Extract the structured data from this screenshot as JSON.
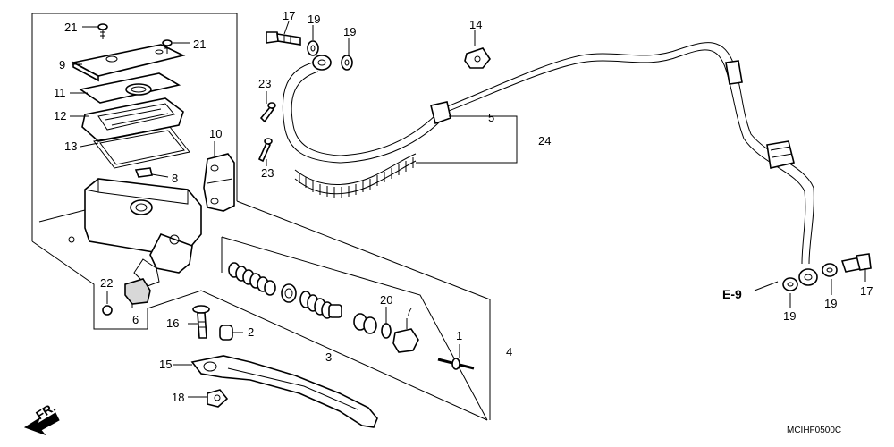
{
  "labels": {
    "l21a": "21",
    "l21b": "21",
    "l9": "9",
    "l11": "11",
    "l12": "12",
    "l13": "13",
    "l10": "10",
    "l8": "8",
    "l17a": "17",
    "l19a": "19",
    "l19b": "19",
    "l14": "14",
    "l23a": "23",
    "l23b": "23",
    "l5": "5",
    "l24": "24",
    "l22": "22",
    "l6": "6",
    "l16": "16",
    "l2": "2",
    "l20": "20",
    "l7": "7",
    "l3": "3",
    "l1": "1",
    "l4": "4",
    "l15": "15",
    "l18": "18",
    "l19c": "19",
    "l19d": "19",
    "l17b": "17"
  },
  "ref_label": "E-9",
  "front_label": "FR.",
  "diagram_code": "MCIHF0500C"
}
